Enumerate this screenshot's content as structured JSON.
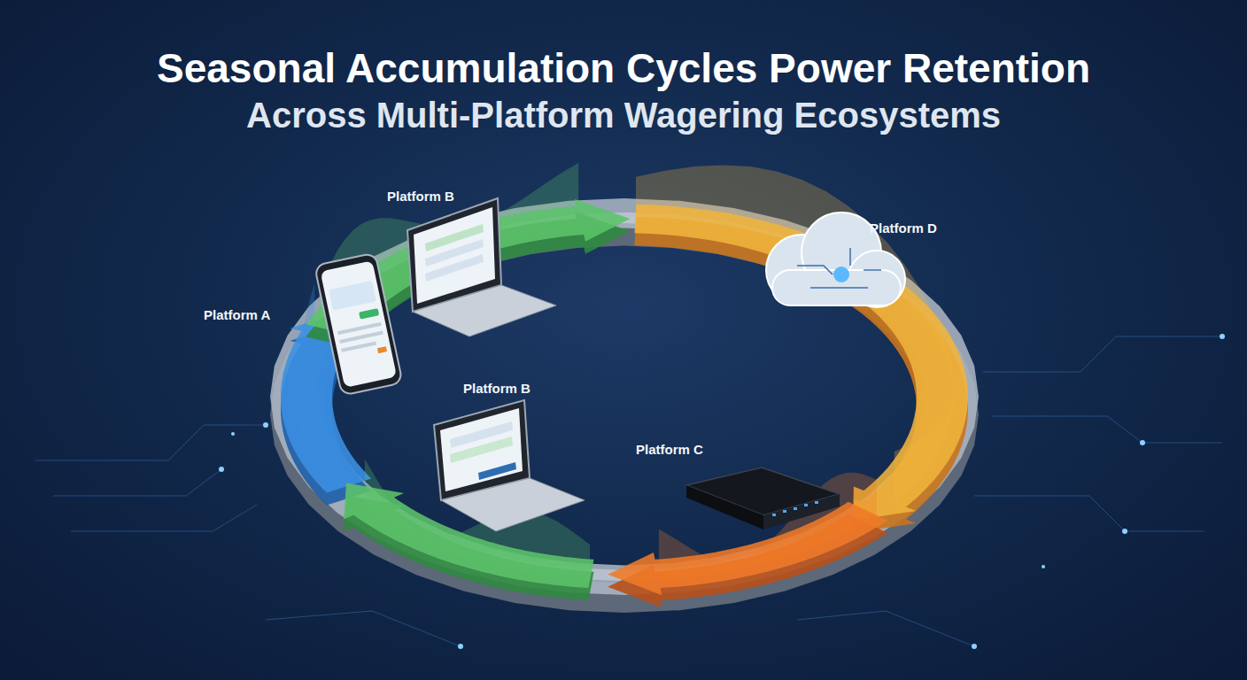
{
  "diagram": {
    "title": "Seasonal Accumulation Cycles Power Retention",
    "labels": [
      "Across Multi-Platform Wagering Ecosystems",
      "Platform B",
      "Platform D",
      "Platform A",
      "Platform B",
      "Platform C"
    ]
  }
}
